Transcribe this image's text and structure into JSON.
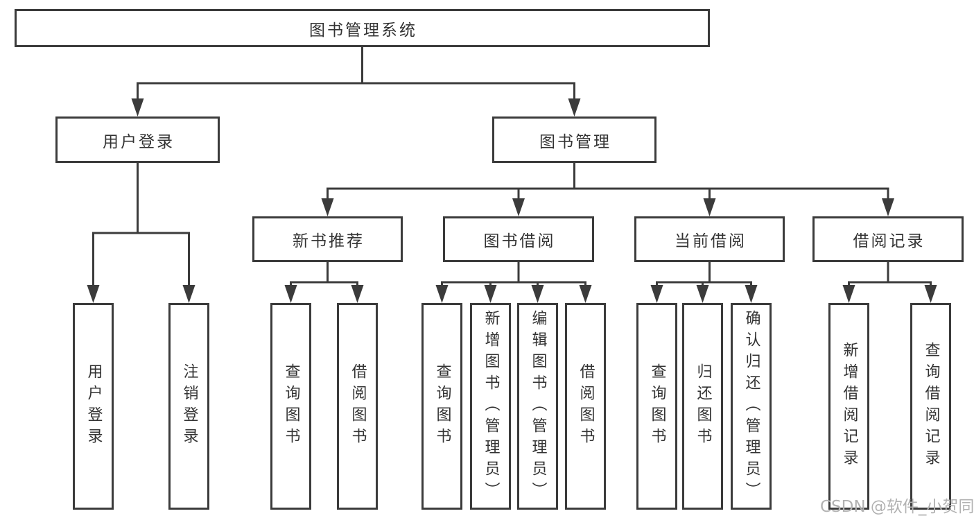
{
  "nodes": {
    "root": {
      "label": "图书管理系统"
    },
    "user_login": {
      "label": "用户登录"
    },
    "book_mgmt": {
      "label": "图书管理"
    },
    "new_book_rec": {
      "label": "新书推荐"
    },
    "book_borrow": {
      "label": "图书借阅"
    },
    "current_borrow": {
      "label": "当前借阅"
    },
    "borrow_records": {
      "label": "借阅记录"
    },
    "leaf_user_login": {
      "label": "用户登录"
    },
    "leaf_logout": {
      "label": "注销登录"
    },
    "leaf_newrec_query_books": {
      "label": "查询图书"
    },
    "leaf_newrec_borrow_books": {
      "label": "借阅图书"
    },
    "leaf_borrow_query_books": {
      "label": "查询图书"
    },
    "leaf_borrow_add_books": {
      "label": "新增图书（管理员）"
    },
    "leaf_borrow_edit_books": {
      "label": "编辑图书（管理员）"
    },
    "leaf_borrow_borrow_books": {
      "label": "借阅图书"
    },
    "leaf_current_query_books": {
      "label": "查询图书"
    },
    "leaf_current_return_books": {
      "label": "归还图书"
    },
    "leaf_current_confirm_return": {
      "label": "确认归还（管理员）"
    },
    "leaf_records_add": {
      "label": "新增借阅记录"
    },
    "leaf_records_query": {
      "label": "查询借阅记录"
    }
  },
  "watermark": {
    "text": "CSDN @软件_小贺同学"
  },
  "colors": {
    "line": "#3b3b3b",
    "box_border": "#3b3b3b",
    "text": "#333333",
    "watermark": "#b2b2b2"
  }
}
